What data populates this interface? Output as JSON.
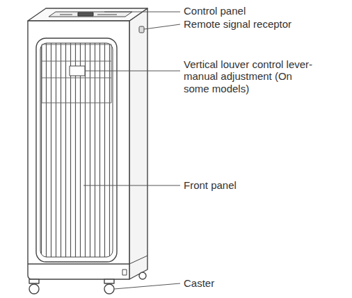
{
  "diagram": {
    "labels": [
      "Control panel",
      "Remote signal receptor",
      "Vertical louver control lever-manual adjustment (On some models)",
      "Front panel",
      "Caster"
    ]
  }
}
